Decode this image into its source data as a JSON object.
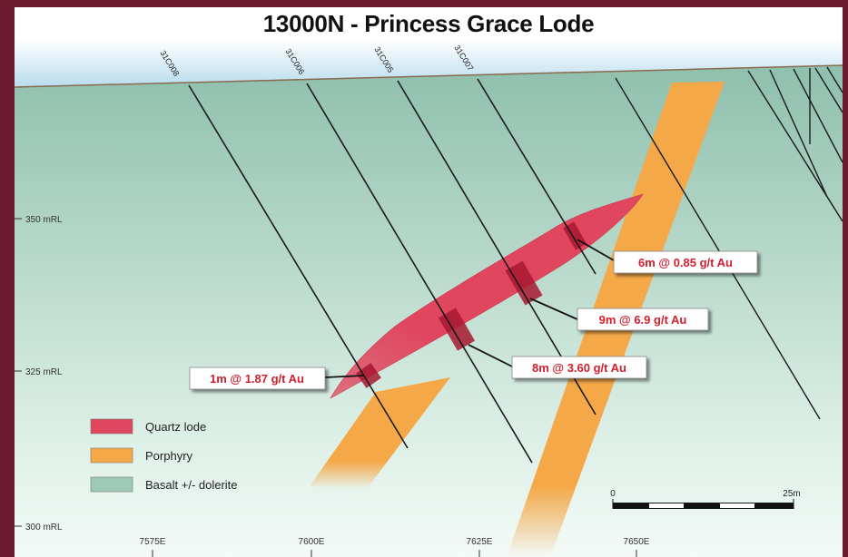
{
  "title": "13000N - Princess Grace Lode",
  "drillholes": [
    {
      "id": "hole-1",
      "name": "31C008"
    },
    {
      "id": "hole-2",
      "name": "31C006"
    },
    {
      "id": "hole-3",
      "name": "31C005"
    },
    {
      "id": "hole-4",
      "name": "31C007"
    }
  ],
  "rl_labels": [
    "350 mRL",
    "325 mRL",
    "300 mRL"
  ],
  "easting_labels": [
    "7575E",
    "7600E",
    "7625E",
    "7650E"
  ],
  "intercepts": [
    {
      "label": "6m @ 0.85 g/t Au"
    },
    {
      "label": "9m @ 6.9 g/t Au"
    },
    {
      "label": "8m @ 3.60 g/t Au"
    },
    {
      "label": "1m @ 1.87 g/t Au"
    }
  ],
  "legend": [
    {
      "label": "Quartz lode",
      "color": "#e0475f"
    },
    {
      "label": "Porphyry",
      "color": "#f5a848"
    },
    {
      "label": "Basalt +/- dolerite",
      "color": "#9fc9b7"
    }
  ],
  "scale_bar": {
    "start_label": "0",
    "end_label": "25m"
  },
  "colors": {
    "frame": "#6b1a2e",
    "sky": "#d9ecf7",
    "basalt": "#a9d1bf",
    "quartz": "#e0475f",
    "porphyry": "#f5a848",
    "callout_text": "#d0202e"
  }
}
